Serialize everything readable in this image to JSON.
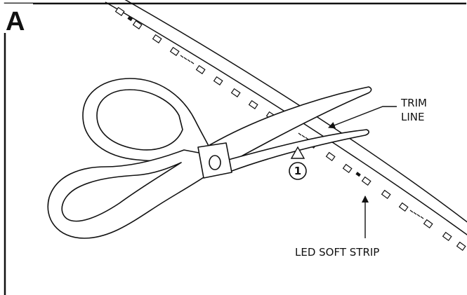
{
  "panel": {
    "letter": "A"
  },
  "callouts": {
    "trim_line_1": "TRIM",
    "trim_line_2": "LINE",
    "strip_label": "LED SOFT STRIP"
  },
  "step": {
    "number": "1"
  },
  "colors": {
    "ink": "#111111",
    "paper": "#ffffff",
    "shade": "#e6e6e6"
  },
  "icons": {
    "step": "circle-number-icon",
    "pointer": "arrow-icon",
    "tool": "scissors-icon"
  }
}
